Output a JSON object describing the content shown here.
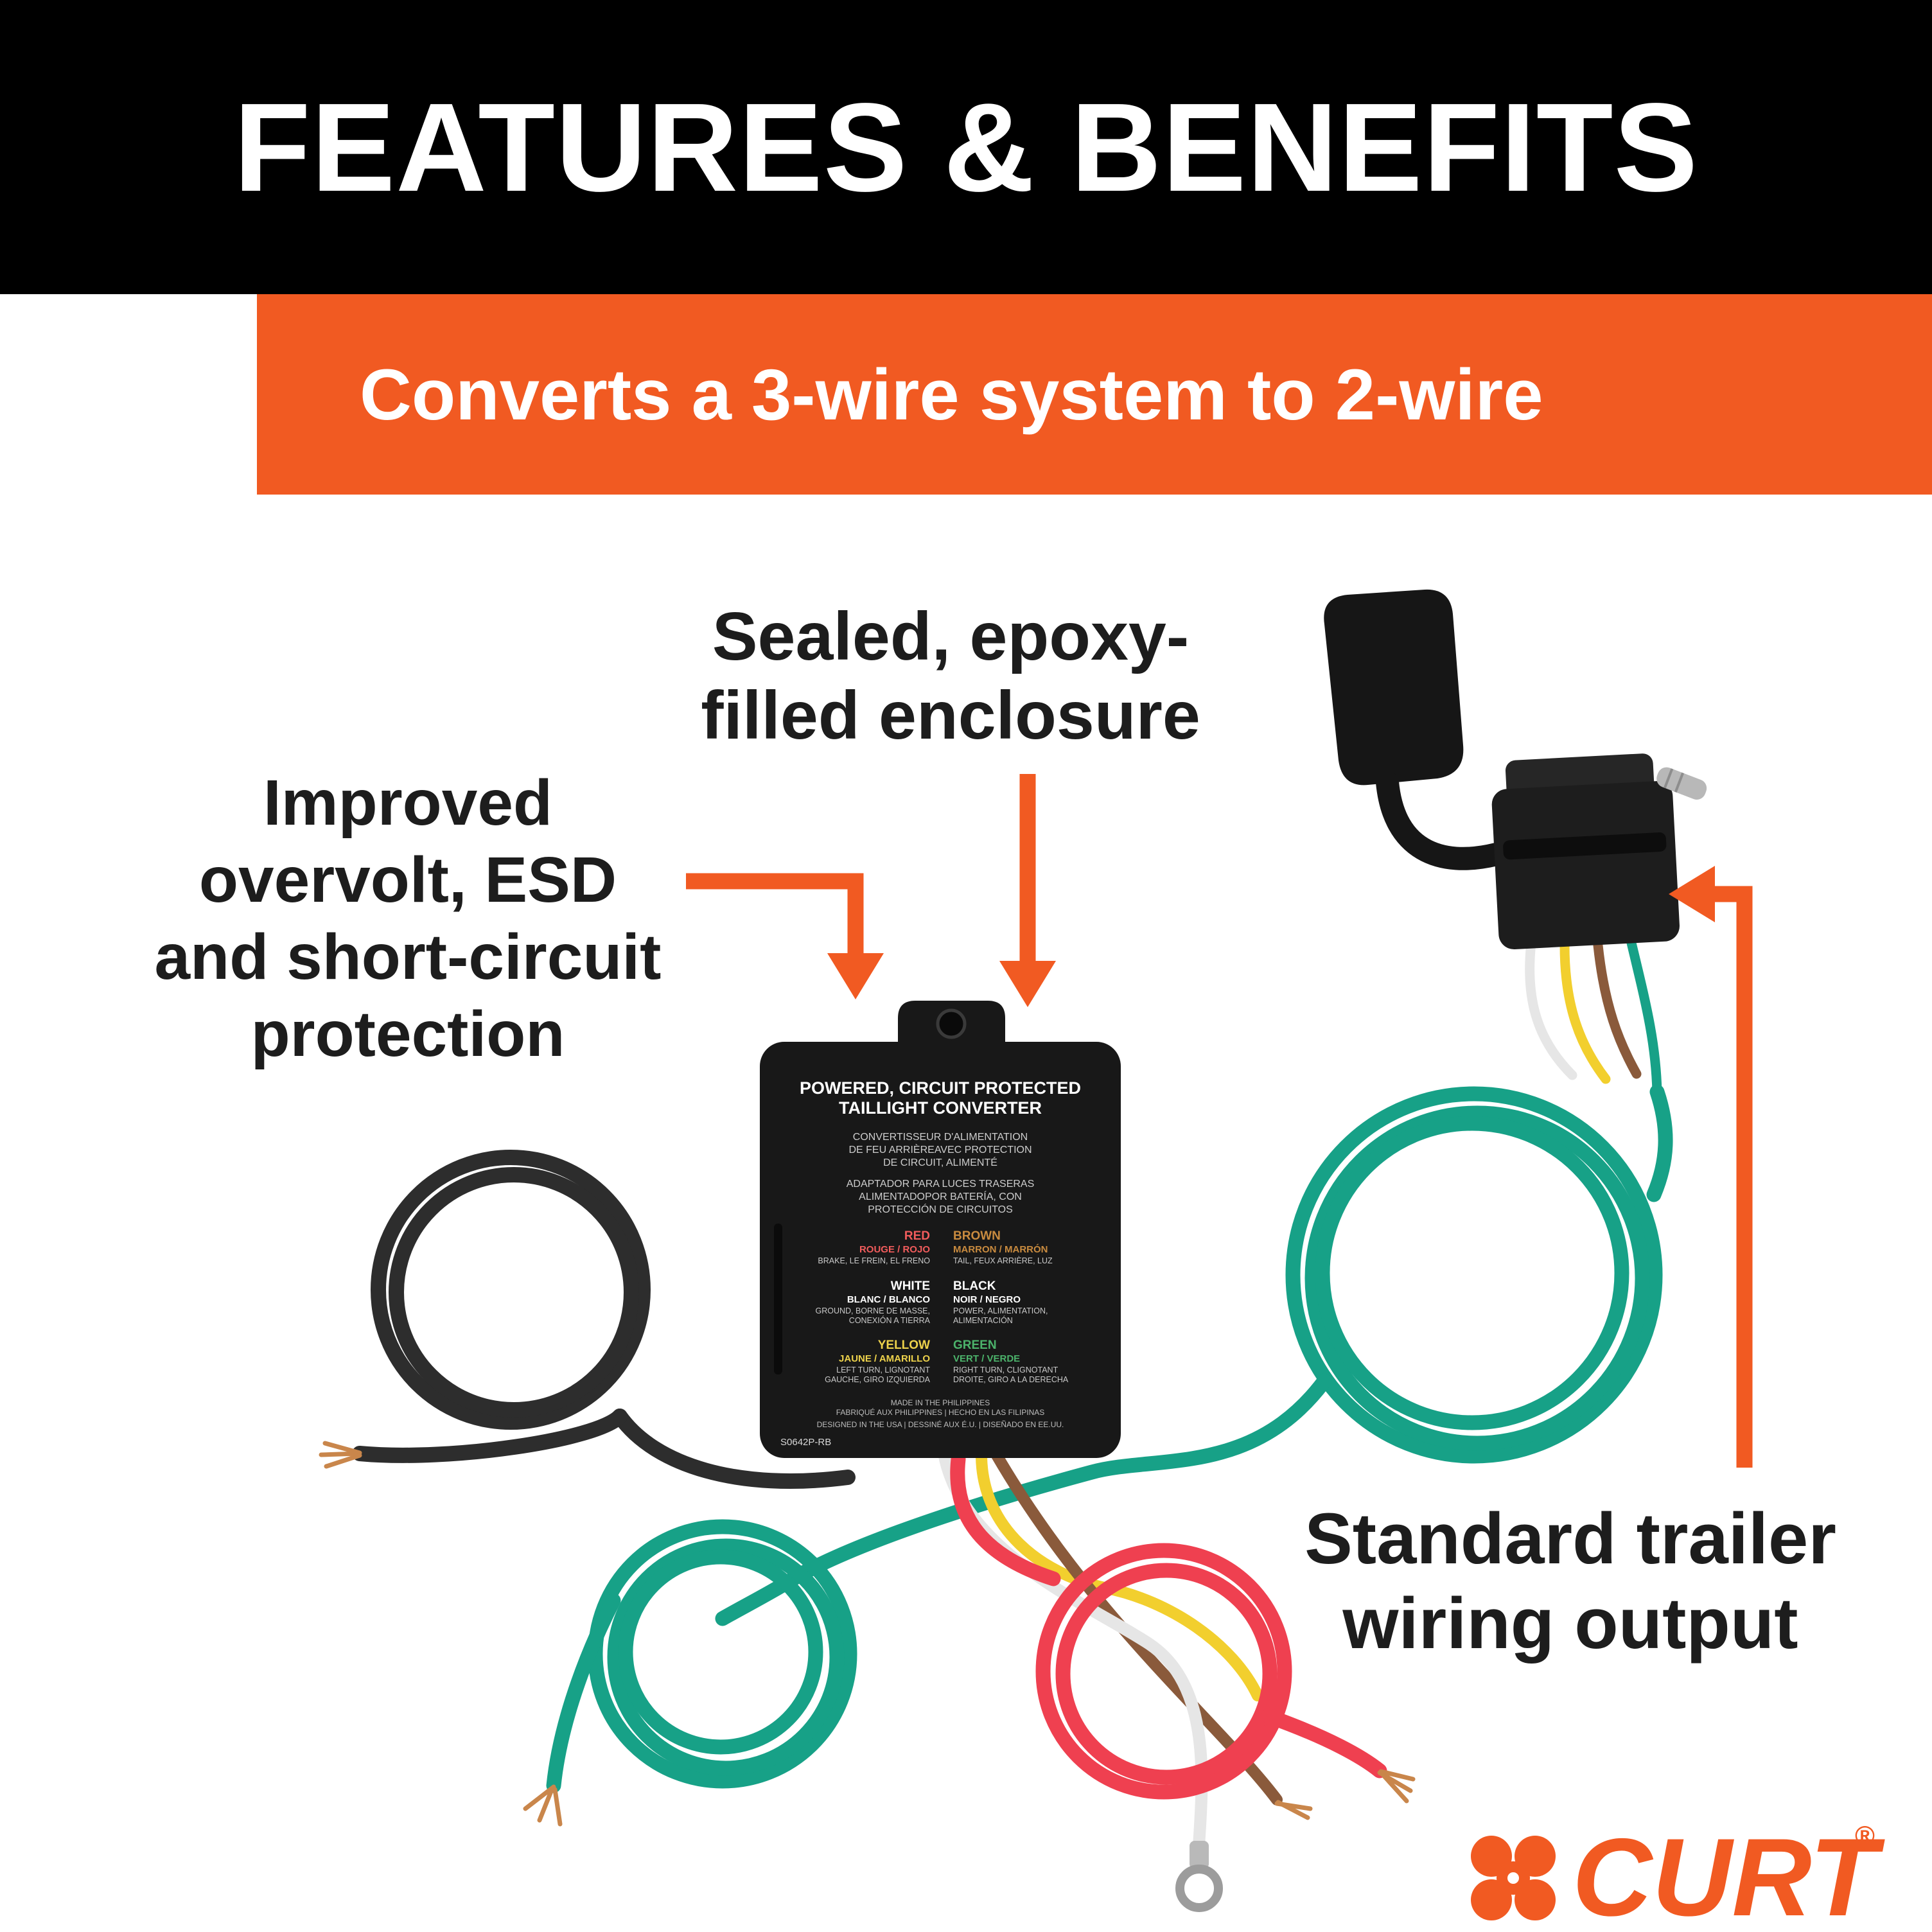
{
  "colors": {
    "orange": "#F15A22",
    "green": "#17A187",
    "red": "#EF4050",
    "yellow": "#F2CF2E",
    "brown": "#8A5A3B",
    "white-wire": "#E6E6E6",
    "copper": "#C9864B",
    "black-wire": "#2D2D2D",
    "legend-red": "#F25C5C",
    "legend-brown": "#C98B3F",
    "legend-yellow": "#EDD24B",
    "legend-green": "#4CB36B"
  },
  "header": {
    "title": "FEATURES & BENEFITS"
  },
  "banner": {
    "text": "Converts a 3-wire system to 2-wire"
  },
  "callouts": {
    "sealed": {
      "lines": [
        "Sealed, epoxy-",
        "filled enclosure"
      ]
    },
    "overvolt": {
      "lines": [
        "Improved",
        "overvolt, ESD",
        "and short-circuit",
        "protection"
      ]
    },
    "output": {
      "lines": [
        "Standard trailer",
        "wiring output"
      ]
    }
  },
  "device_label": {
    "title": [
      "POWERED, CIRCUIT PROTECTED",
      "TAILLIGHT CONVERTER"
    ],
    "subtitle_fr": [
      "CONVERTISSEUR D'ALIMENTATION",
      "DE FEU ARRIÈREAVEC PROTECTION",
      "DE CIRCUIT, ALIMENTÉ"
    ],
    "subtitle_es": [
      "ADAPTADOR PARA LUCES TRASERAS",
      "ALIMENTADOPOR BATERÍA, CON",
      "PROTECCIÓN DE CIRCUITOS"
    ],
    "legend": {
      "red": {
        "name": "RED",
        "alt": "ROUGE / ROJO",
        "desc1": "BRAKE, LE FREIN, EL FRENO"
      },
      "brown": {
        "name": "BROWN",
        "alt": "MARRON / MARRÓN",
        "desc1": "TAIL, FEUX ARRIÈRE, LUZ"
      },
      "white": {
        "name": "WHITE",
        "alt": "BLANC / BLANCO",
        "desc1": "GROUND, BORNE DE MASSE,",
        "desc2": "CONEXIÓN A TIERRA"
      },
      "black": {
        "name": "BLACK",
        "alt": "NOIR / NEGRO",
        "desc1": "POWER, ALIMENTATION,",
        "desc2": "ALIMENTACIÓN"
      },
      "yellow": {
        "name": "YELLOW",
        "alt": "JAUNE / AMARILLO",
        "desc1": "LEFT TURN, LIGNOTANT",
        "desc2": "GAUCHE, GIRO IZQUIERDA"
      },
      "green": {
        "name": "GREEN",
        "alt": "VERT / VERDE",
        "desc1": "RIGHT TURN, CLIGNOTANT",
        "desc2": "DROITE, GIRO A LA DERECHA"
      }
    },
    "footer": [
      "MADE IN THE PHILIPPINES",
      "FABRIQUÉ AUX PHILIPPINES | HECHO EN LAS FILIPINAS",
      "DESIGNED IN THE USA | DESSINÉ AUX É.U. | DISEÑADO EN EE.UU."
    ],
    "part_number": "S0642P-RB"
  },
  "logo": {
    "text": "CURT",
    "reg": "®"
  }
}
